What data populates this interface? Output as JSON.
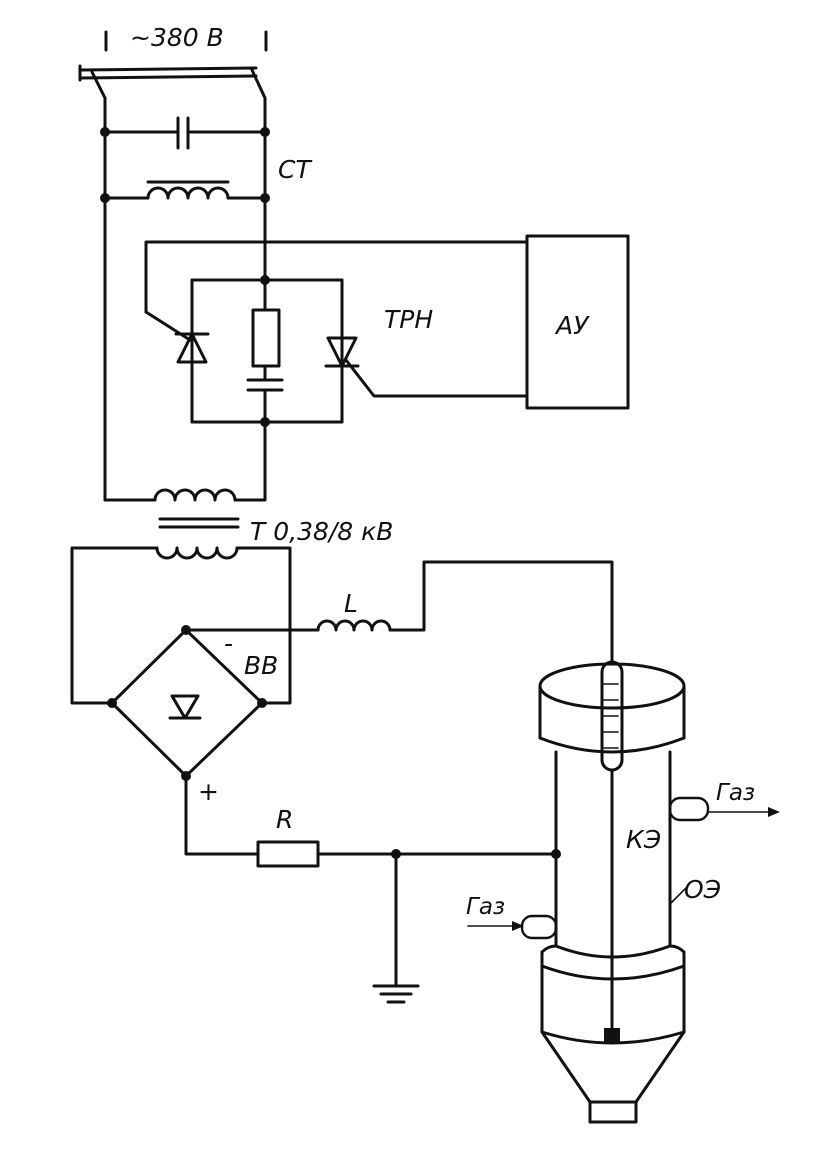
{
  "labels": {
    "supply": "~380 В",
    "capacitor_bank": "СТ",
    "thyristor_regulator": "ТРН",
    "control_unit": "АУ",
    "transformer": "Т 0,38/8 кВ",
    "inductor": "L",
    "rectifier": "ВВ",
    "rectifier_minus": "-",
    "rectifier_plus": "+",
    "resistor": "R",
    "gas_out": "Газ",
    "gas_in": "Газ",
    "corona_electrode": "КЭ",
    "collecting_electrode": "ОЭ"
  }
}
